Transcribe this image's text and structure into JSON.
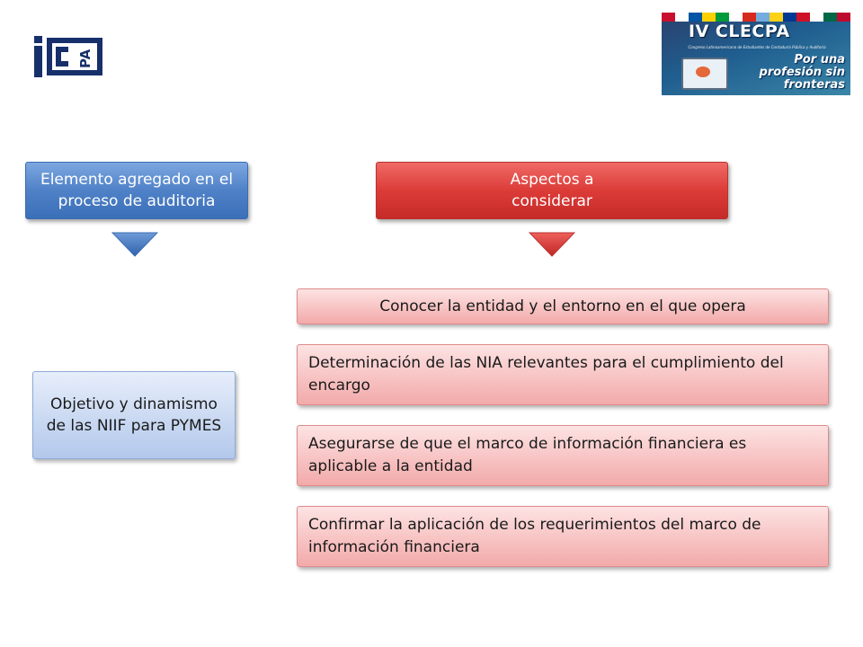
{
  "header": {
    "logo_text": "iCPA",
    "banner": {
      "title": "IV CLECPA",
      "subtitle": "Congreso Latinoamericano de Estudiantes de Contaduría Pública y Auditoría",
      "motto": "Por una profesión sin fronteras"
    }
  },
  "left": {
    "header_box": "Elemento agregado en el proceso de auditoria",
    "item_box": "Objetivo y dinamismo de las NIIF para PYMES"
  },
  "right": {
    "header_box": "Aspectos a considerar",
    "items": [
      "Conocer la entidad y el entorno en el que opera",
      "Determinación de las NIA relevantes para el cumplimiento del encargo",
      "Asegurarse de que el marco de información financiera es aplicable a la entidad",
      "Confirmar la aplicación de los requerimientos del marco de información financiera"
    ]
  },
  "colors": {
    "blue_box": "#4f81c7",
    "red_box": "#dc3c38",
    "light_blue_box": "#c7d7f1",
    "pink_box": "#f7c0c0"
  }
}
